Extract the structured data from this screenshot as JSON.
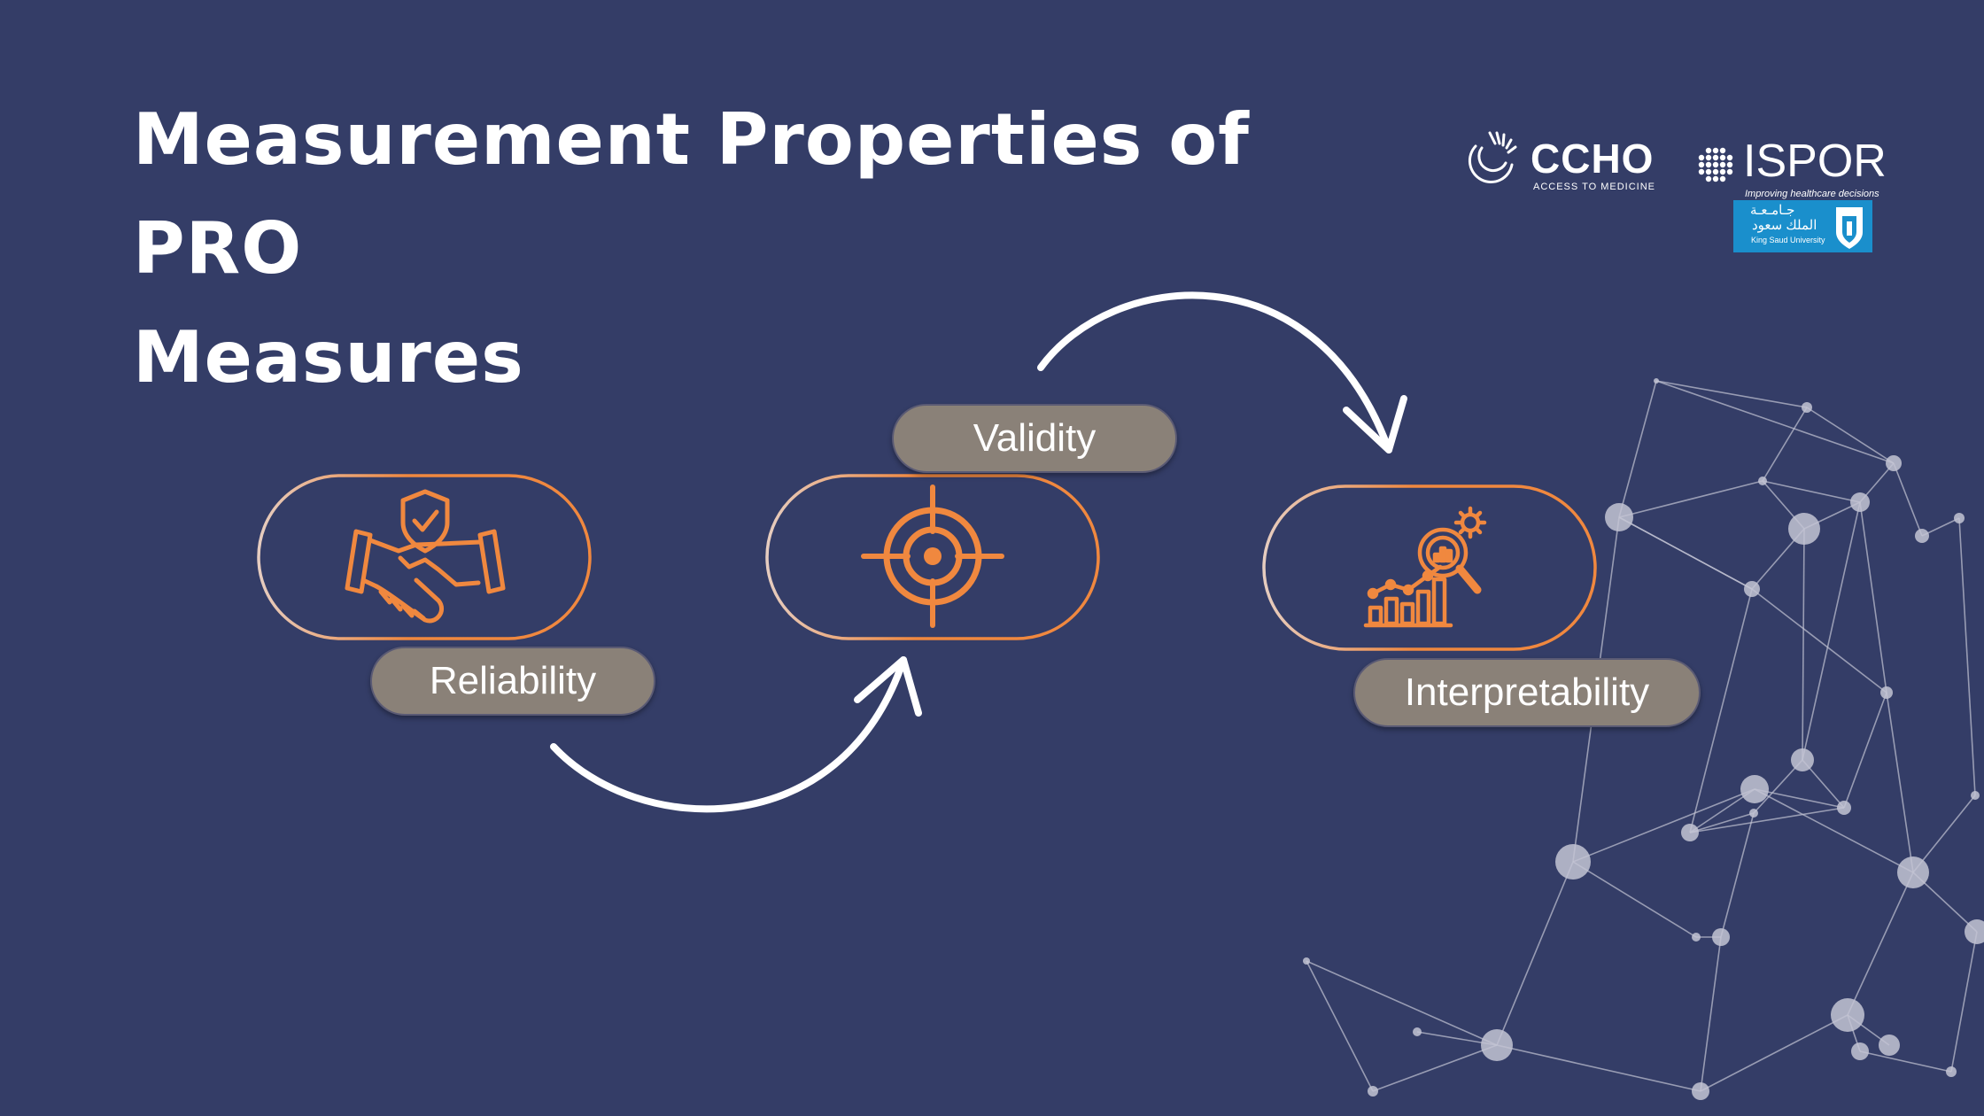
{
  "slide": {
    "title_line1": "Measurement Properties of PRO",
    "title_line2": "Measures"
  },
  "steps": [
    {
      "label": "Reliability",
      "icon": "handshake-shield-icon"
    },
    {
      "label": "Validity",
      "icon": "target-crosshair-icon"
    },
    {
      "label": "Interpretability",
      "icon": "data-analysis-icon"
    }
  ],
  "logos": {
    "ccho_name": "CCHO",
    "ccho_tagline": "ACCESS TO MEDICINE",
    "ispor_name": "ISPOR",
    "ispor_tagline": "Improving healthcare decisions",
    "ksu_arabic_line1": "جـامـعـة",
    "ksu_arabic_line2": "الملك سعود",
    "ksu_english": "King Saud University"
  },
  "colors": {
    "background": "#343d67",
    "accent_orange": "#f0883f",
    "pill_label": "#8a8178",
    "network": "#c3c4d4",
    "ksu_blue": "#1a8fcc"
  }
}
